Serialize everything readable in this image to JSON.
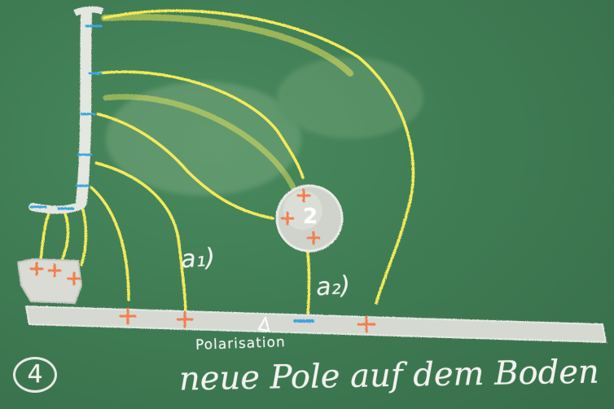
{
  "board": {
    "item_number": "4",
    "label_a1": "a₁)",
    "label_a2": "a₂)",
    "sphere_number": "2",
    "caption_small": "Polarisation",
    "caption_large": "neue Pole auf dem Boden"
  },
  "colors": {
    "board": "#3f7a52",
    "chalk_white": "#e4e6e0",
    "chalk_yellow": "#f3ea5a",
    "chalk_orange": "#f08050",
    "chalk_blue": "#3aa6e0"
  }
}
